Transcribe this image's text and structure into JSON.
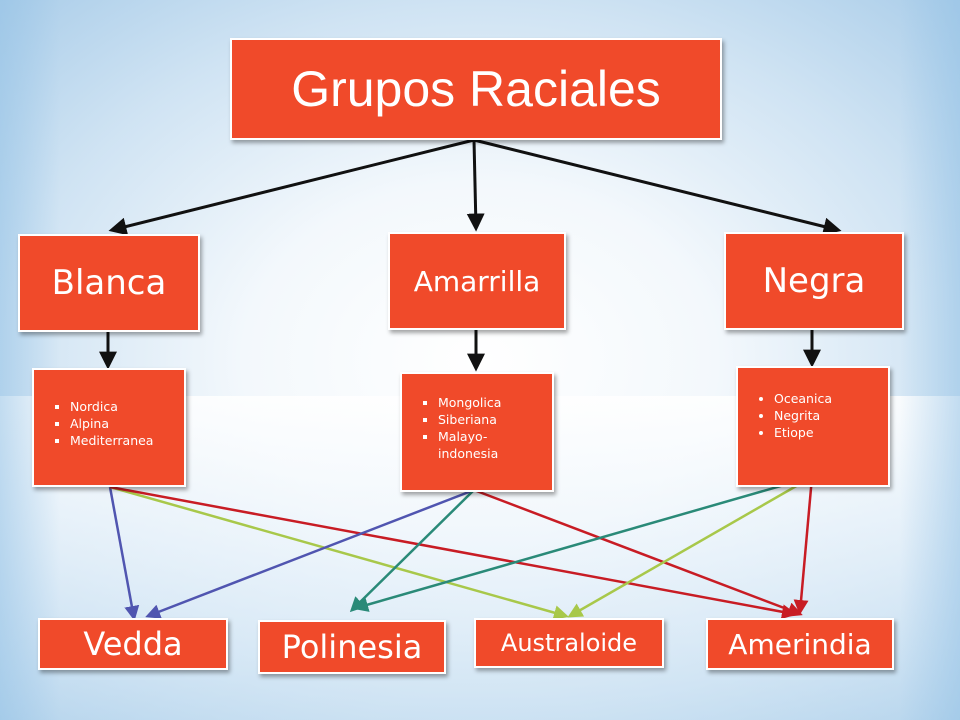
{
  "title": "Grupos Raciales",
  "groups": [
    {
      "label": "Blanca",
      "items": [
        "Nordica",
        "Alpina",
        "Mediterranea"
      ]
    },
    {
      "label": "Amarrilla",
      "items": [
        "Mongolica",
        "Siberiana",
        "Malayo-indonesia"
      ]
    },
    {
      "label": "Negra",
      "items": [
        "Oceanica",
        "Negrita",
        "Etiope"
      ]
    }
  ],
  "targets": [
    "Vedda",
    "Polinesia",
    "Australoide",
    "Amerindia"
  ],
  "colors": {
    "box_fill": "#f04a2a",
    "box_border": "#ffffff",
    "arrow_black": "#111111",
    "arrow_blue": "#5055b0",
    "arrow_teal": "#2a8a78",
    "arrow_lime": "#a8c84a",
    "arrow_red": "#c81c24"
  }
}
